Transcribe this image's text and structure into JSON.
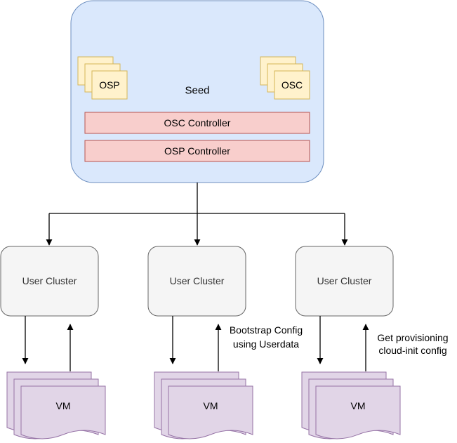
{
  "colors": {
    "seed_fill": "#dae8fc",
    "seed_stroke": "#6c8ebf",
    "controller_fill": "#f8cecc",
    "controller_stroke": "#b85450",
    "cr_fill": "#fff2cc",
    "cr_stroke": "#d6b656",
    "cluster_fill": "#f5f5f5",
    "cluster_stroke": "#666666",
    "vm_fill": "#e1d5e7",
    "vm_stroke": "#9673a6",
    "edge": "#000000"
  },
  "seed": {
    "label": "Seed",
    "osp_stack_label": "OSP",
    "osc_stack_label": "OSC",
    "controllers": [
      "OSC Controller",
      "OSP Controller"
    ]
  },
  "clusters": [
    {
      "label": "User Cluster",
      "vm_label": "VM"
    },
    {
      "label": "User Cluster",
      "vm_label": "VM"
    },
    {
      "label": "User Cluster",
      "vm_label": "VM"
    }
  ],
  "annotations": {
    "middle": [
      "Bootstrap Config",
      "using Userdata"
    ],
    "right": [
      "Get provisioning",
      "cloud-init config"
    ]
  }
}
